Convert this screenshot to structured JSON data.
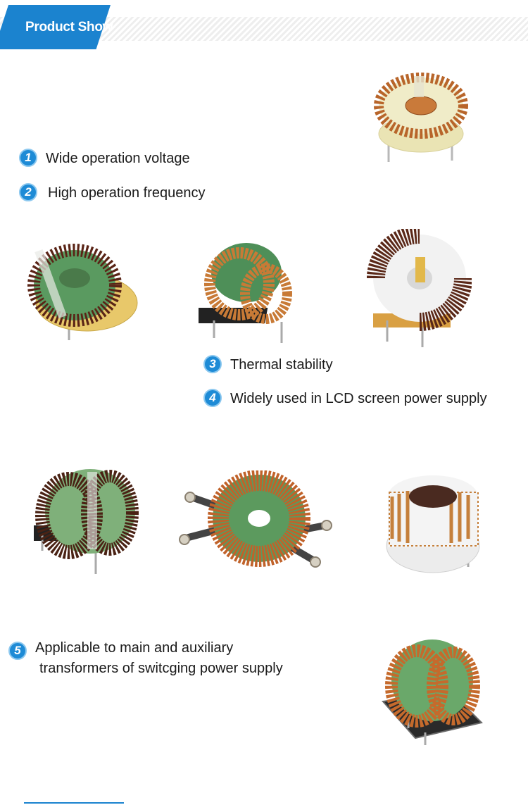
{
  "header": {
    "title": "Product Show",
    "accent_color": "#1b83cf"
  },
  "features": [
    {
      "number": "1",
      "text": "Wide operation voltage"
    },
    {
      "number": "2",
      "text": "High operation frequency"
    },
    {
      "number": "3",
      "text": "Thermal stability"
    },
    {
      "number": "4",
      "text": "Widely used in LCD screen power supply"
    },
    {
      "number": "5",
      "lines": [
        "Applicable to main and auxiliary",
        "transformers of switcging power supply"
      ]
    }
  ],
  "products": [
    {
      "name": "toroid-yellow-base",
      "core": "#f0ecc8",
      "wire": "#b8652a"
    },
    {
      "name": "toroid-green-round",
      "core": "#5a9a60",
      "wire": "#5a2416"
    },
    {
      "name": "toroid-green-vertical",
      "core": "#4e8f58",
      "wire": "#c87a36"
    },
    {
      "name": "toroid-white-dark",
      "core": "#f2f2f2",
      "wire": "#5a2818"
    },
    {
      "name": "toroid-green-dark",
      "core": "#7fb07a",
      "wire": "#4a2214"
    },
    {
      "name": "toroid-lug-terminals",
      "core": "#5c9a5e",
      "wire": "#c0622a"
    },
    {
      "name": "toroid-white-clear",
      "core": "#f4f4f4",
      "wire": "#c5803c"
    },
    {
      "name": "toroid-green-pcb",
      "core": "#6aa86a",
      "wire": "#c56a2c"
    }
  ]
}
